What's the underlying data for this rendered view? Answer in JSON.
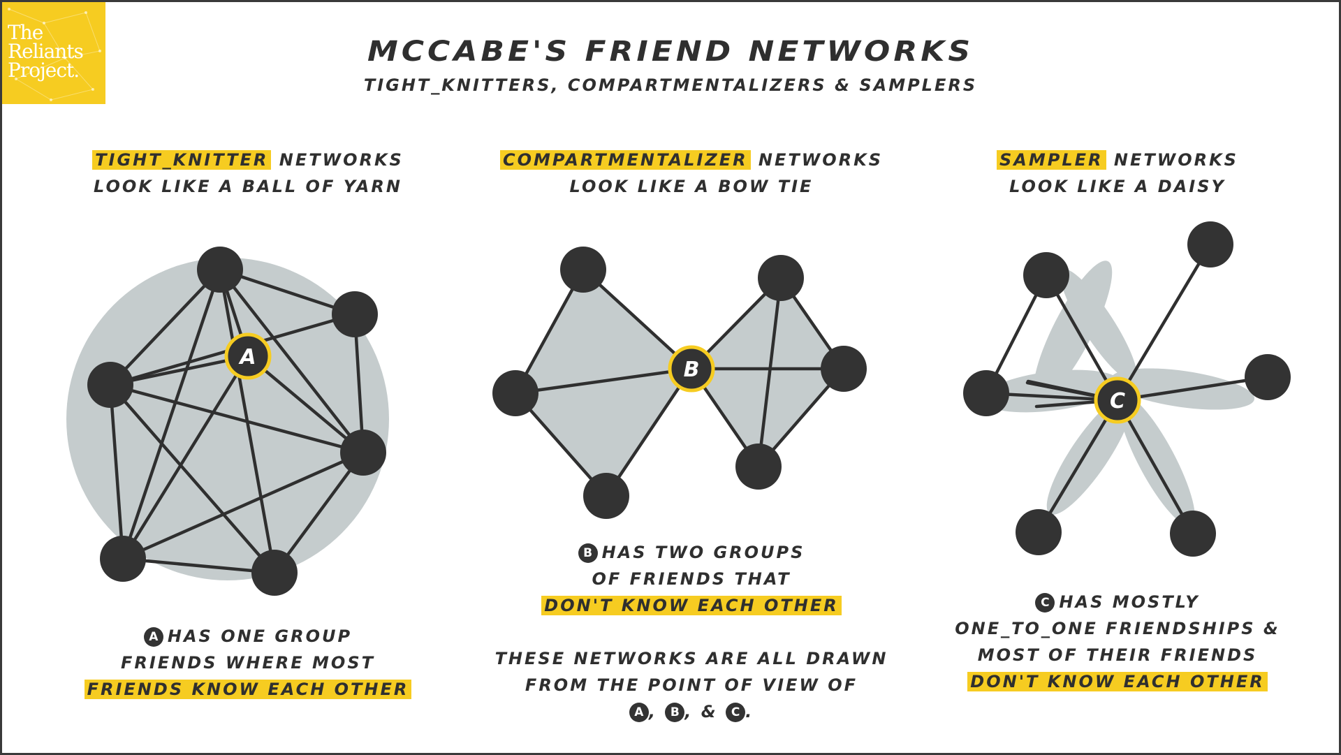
{
  "logo": {
    "line1": "The",
    "line2": "Reliants",
    "line3": "Project."
  },
  "title": "McCabe's Friend Networks",
  "subtitle": "Tight_knitters, Compartmentalizers & Samplers",
  "colors": {
    "accent": "#f6cc21",
    "node": "#333333",
    "fill": "#c5cccd",
    "line": "#2f2f2f"
  },
  "panels": [
    {
      "type_label": "Tight_knitter",
      "heading_rest": "networks",
      "heading_line2": "look like a ball of yarn",
      "center_label": "A",
      "desc_badge": "A",
      "desc_line1": "has one group",
      "desc_line2": "friends where most",
      "desc_highlight": "friends know each other"
    },
    {
      "type_label": "Compartmentalizer",
      "heading_rest": "networks",
      "heading_line2": "look like a bow tie",
      "center_label": "B",
      "desc_badge": "B",
      "desc_line1": "has two groups",
      "desc_line2": "of friends that",
      "desc_highlight": "don't know each other"
    },
    {
      "type_label": "Sampler",
      "heading_rest": "networks",
      "heading_line2": "look like a daisy",
      "center_label": "C",
      "desc_badge": "C",
      "desc_line1": "has mostly",
      "desc_line2": "one_to_one friendships &",
      "desc_line3": "most of their friends",
      "desc_highlight": "don't know each other"
    }
  ],
  "footnote": {
    "line1": "These networks are all drawn",
    "line2": "from the point of view of",
    "badge_a": "A",
    "sep1": ",",
    "badge_b": "B",
    "sep2": ", &",
    "badge_c": "C",
    "end": "."
  }
}
